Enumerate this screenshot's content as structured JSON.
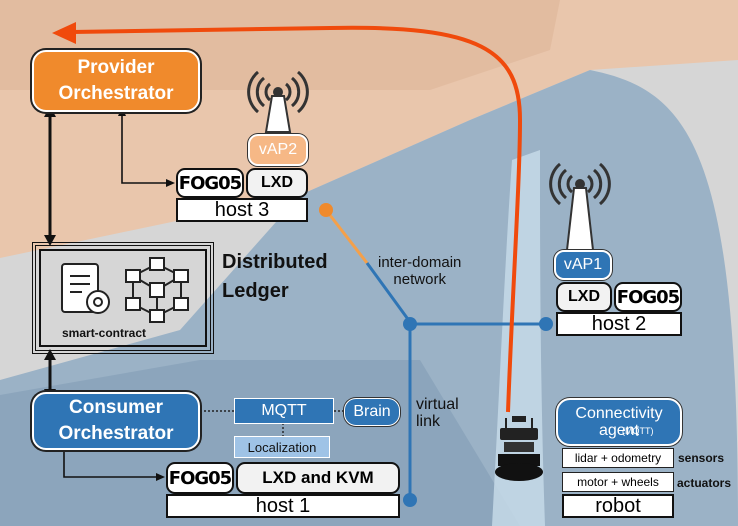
{
  "provider_orchestrator": "Provider\nOrchestrator",
  "consumer_orchestrator": "Consumer\nOrchestrator",
  "distributed_ledger": "Distributed\nLedger",
  "smart_contract": "smart-contract",
  "inter_domain_network": "inter-domain\nnetwork",
  "virtual_link": "virtual\nlink",
  "host3": {
    "vap": "vAP2",
    "fog_logo": "FOG05",
    "lxd": "LXD",
    "name": "host 3"
  },
  "host2": {
    "vap": "vAP1",
    "fog_logo": "FOG05",
    "lxd": "LXD",
    "name": "host 2"
  },
  "host1": {
    "fog_logo": "FOG05",
    "virt": "LXD and KVM",
    "name": "host 1"
  },
  "mqtt": "MQTT",
  "brain": "Brain",
  "localization": "Localization",
  "connectivity_agent": {
    "title": "Connectivity\nagent",
    "suffix": "(MQTT)"
  },
  "robot": {
    "sensor_row": "lidar + odometry",
    "actuator_row": "motor + wheels",
    "sensors_label": "sensors",
    "actuators_label": "actuators",
    "name": "robot"
  },
  "colors": {
    "provider": "#f08a2c",
    "consumer": "#2f75b5",
    "vap2": "#f6b886",
    "route": "#f04a0c",
    "link": "#2f75b5",
    "domain_link_orange": "#f4a04a"
  }
}
